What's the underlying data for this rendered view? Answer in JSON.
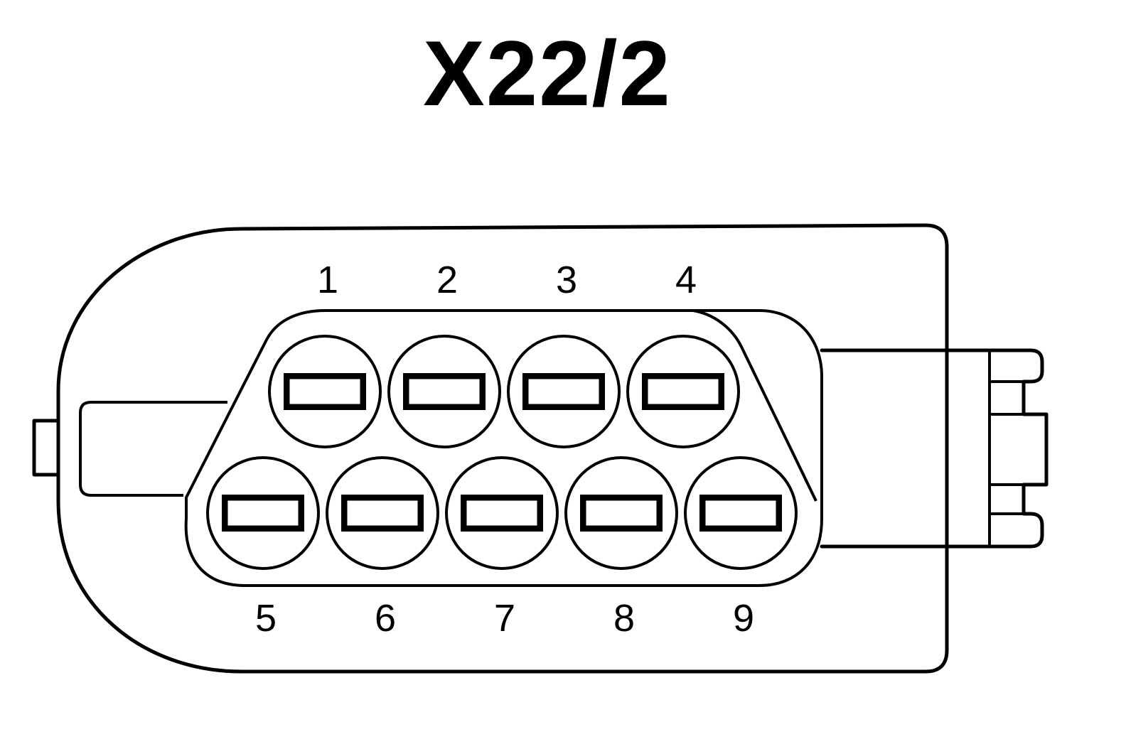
{
  "title": "X22/2",
  "colors": {
    "line": "#000000",
    "background": "#ffffff"
  },
  "pins": {
    "top_row": [
      "1",
      "2",
      "3",
      "4"
    ],
    "bottom_row": [
      "5",
      "6",
      "7",
      "8",
      "9"
    ]
  }
}
